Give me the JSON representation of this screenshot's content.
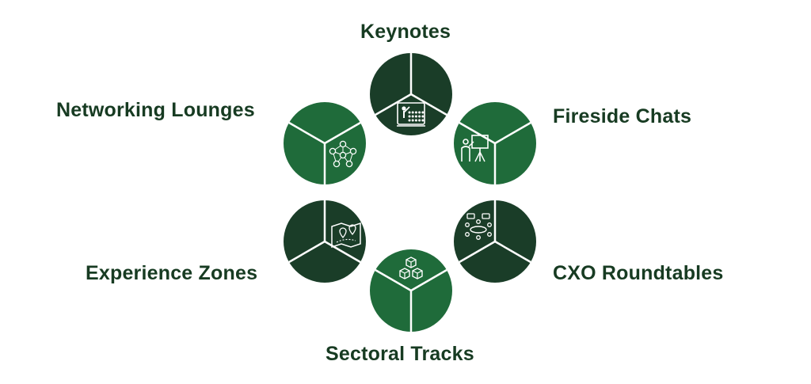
{
  "colors": {
    "dark_green": "#1a3d28",
    "light_green": "#1f6b3a",
    "label_text": "#173b22",
    "divider": "#ffffff"
  },
  "nodes": [
    {
      "id": "keynotes",
      "label": "Keynotes",
      "icon": "presenter-audience-icon",
      "tone": "dark"
    },
    {
      "id": "fireside-chats",
      "label": "Fireside Chats",
      "icon": "presentation-board-icon",
      "tone": "light"
    },
    {
      "id": "cxo-roundtables",
      "label": "CXO Roundtables",
      "icon": "meeting-table-icon",
      "tone": "dark"
    },
    {
      "id": "sectoral-tracks",
      "label": "Sectoral Tracks",
      "icon": "cubes-icon",
      "tone": "light"
    },
    {
      "id": "experience-zones",
      "label": "Experience Zones",
      "icon": "map-pins-icon",
      "tone": "dark"
    },
    {
      "id": "networking-lounges",
      "label": "Networking Lounges",
      "icon": "network-people-icon",
      "tone": "light"
    }
  ]
}
